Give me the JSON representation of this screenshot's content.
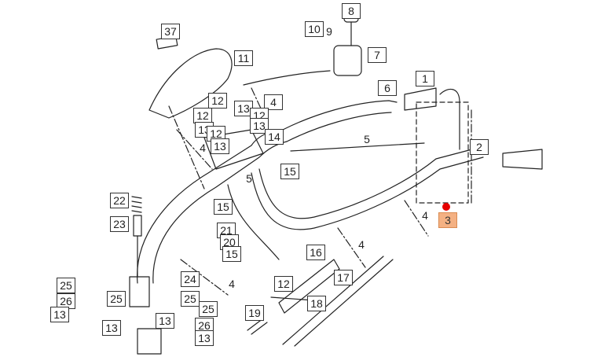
{
  "diagram": {
    "callouts": {
      "c37": "37",
      "c10": "10",
      "c9": "9",
      "c8": "8",
      "c7": "7",
      "c11": "11",
      "c1": "1",
      "c6": "6",
      "c4a": "4",
      "c12a": "12",
      "c13a": "13",
      "c12b": "12",
      "c13b": "13",
      "c12c": "12",
      "c13c": "13",
      "c12d": "12",
      "c13d": "13",
      "c4b": "4",
      "c14": "14",
      "c5a": "5",
      "c5b": "5",
      "c15a": "15",
      "c2": "2",
      "c3": "3",
      "c4c": "4",
      "c22": "22",
      "c23": "23",
      "c15b": "15",
      "c21": "21",
      "c20": "20",
      "c15c": "15",
      "c16": "16",
      "c4d": "4",
      "c24": "24",
      "c17": "17",
      "c25a": "25",
      "c26a": "26",
      "c13e": "13",
      "c25b": "25",
      "c13f": "13",
      "c4e": "4",
      "c12e": "12",
      "c18": "18",
      "c25c": "25",
      "c25d": "25",
      "c13g": "13",
      "c26b": "26",
      "c13h": "13",
      "c19": "19"
    },
    "highlight_color": "#f4b183",
    "hotspot_color": "#e60000"
  }
}
